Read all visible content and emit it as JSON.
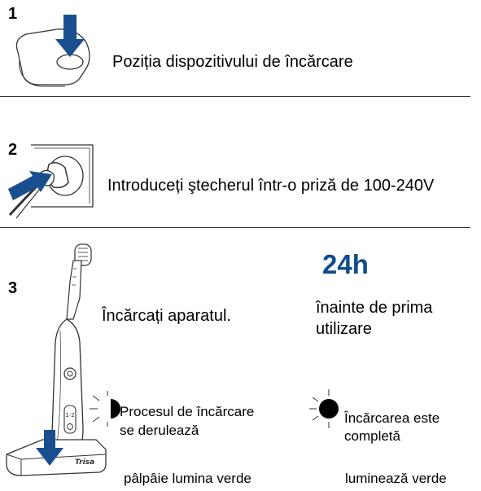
{
  "steps": [
    {
      "number": "1",
      "text": "Poziția dispozitivului de încărcare"
    },
    {
      "number": "2",
      "text": "Introduceți ştecherul într-o priză de 100-240V"
    },
    {
      "number": "3",
      "text": "Încărcați aparatul."
    }
  ],
  "charge_time": {
    "value": "24h",
    "note_line1": "înainte de prima",
    "note_line2": "utilizare"
  },
  "indicators": {
    "charging": {
      "line1": "Procesul de încărcare",
      "line2": "se derulează",
      "caption": "pâlpâie lumina verde"
    },
    "complete": {
      "line1": "Încărcarea este",
      "line2": "completă",
      "caption": "luminează verde"
    }
  },
  "brand_text": "Trisa",
  "button_label": "1-2",
  "colors": {
    "accent_blue": "#1a4f8f",
    "heading_blue": "#0f4c8c"
  }
}
